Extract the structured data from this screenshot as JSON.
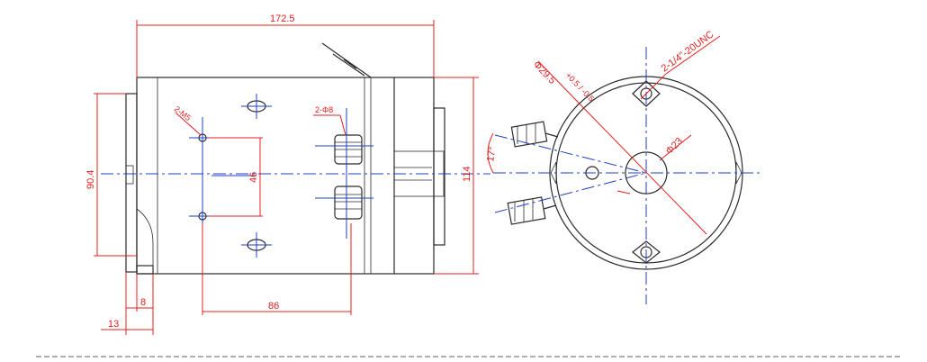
{
  "colors": {
    "outline": "#2b2b2b",
    "dimension": "#e02020",
    "centerline": "#1f3fbf"
  },
  "dimensions": {
    "overall_length": "172.5",
    "body_diameter": "114",
    "mount_height": "90.4",
    "hole_spacing_v": "46",
    "hole_spacing_h": "86",
    "flange_thickness": "8",
    "flange_offset": "13",
    "pilot_holes": "2-M5",
    "stud_holes": "2-Φ8",
    "stud_pitch": "Φ29.5",
    "stud_pitch_tol": "+0.5 / -0.5",
    "thread": "2-1/4\"-20UNC",
    "bore": "Φ23",
    "terminal_angle": "17°"
  }
}
